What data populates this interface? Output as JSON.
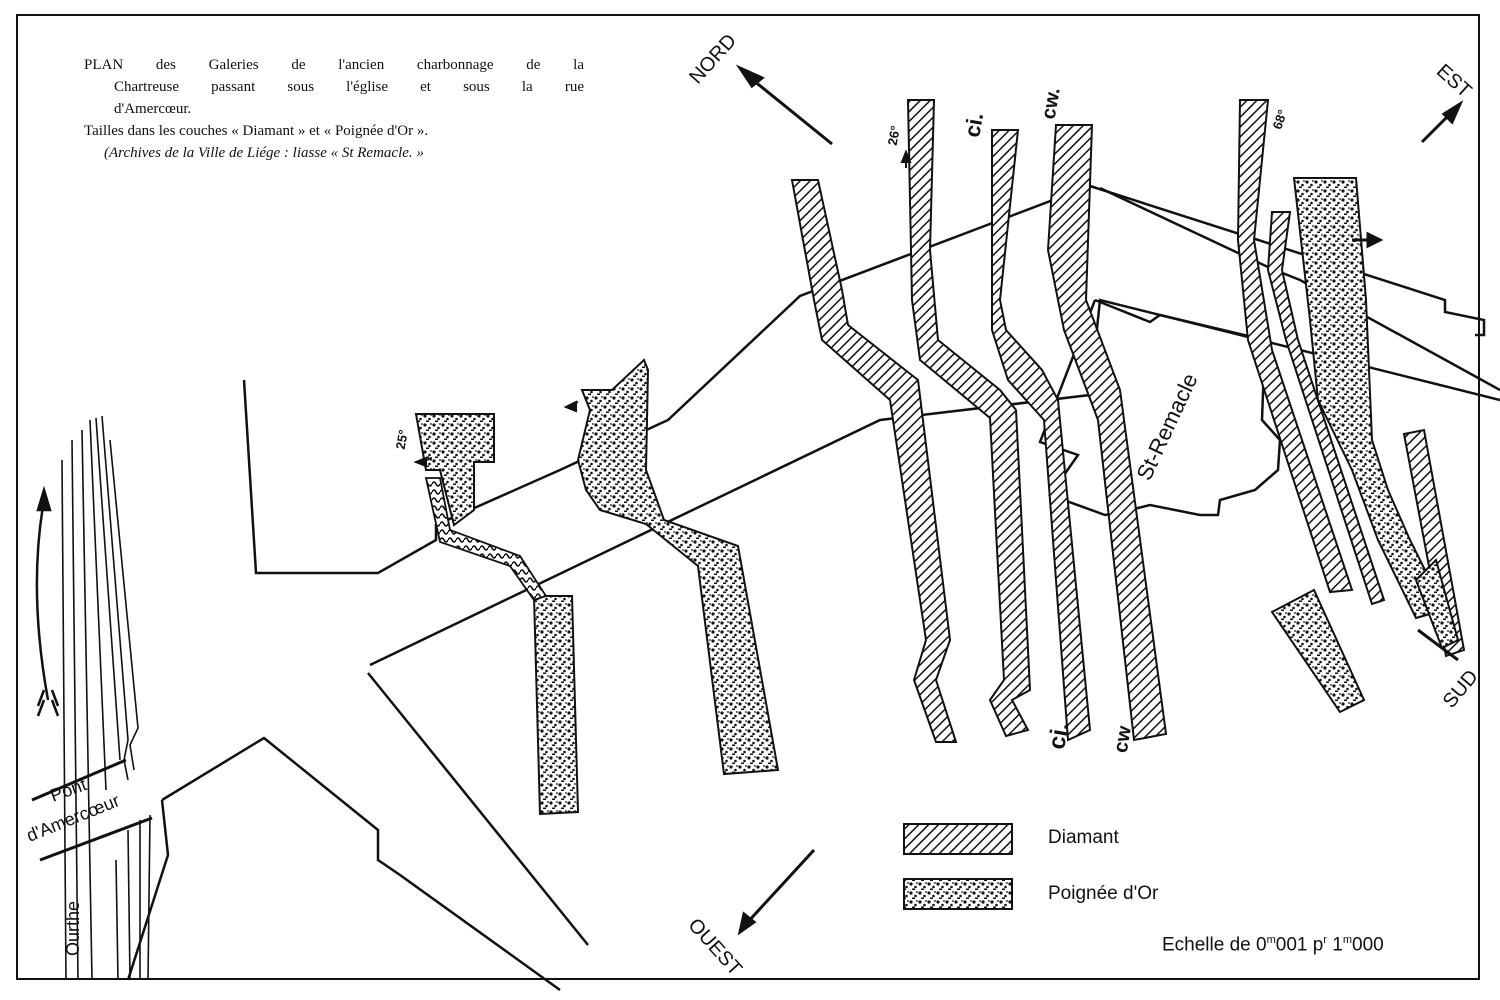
{
  "title": {
    "line1": "PLAN des Galeries de l'ancien charbonnage de la",
    "line2": "Chartreuse passant sous l'église et sous la rue",
    "line3": "d'Amercœur.",
    "line4": "Tailles dans les couches « Diamant » et « Poignée d'Or ».",
    "line5": "(Archives de la Ville de Liége : liasse « St Remacle. »"
  },
  "compass": {
    "north": "NORD",
    "east": "EST",
    "south": "SUD",
    "west": "OUEST"
  },
  "places": {
    "church": "St-Remacle",
    "bridge_line1": "Pont",
    "bridge_line2": "d'Amercœur",
    "river": "Ourthe"
  },
  "seam_marks": {
    "ci_top": "ci.",
    "cw_top": "cw.",
    "ci_bottom": "ci.",
    "cw_bottom": "cw",
    "dip_26": "26°",
    "dip_68": "68°",
    "dip_25": "25°"
  },
  "legend": {
    "items": [
      {
        "label": "Diamant",
        "pattern": "diagonal-hatch"
      },
      {
        "label": "Poignée d'Or",
        "pattern": "stipple"
      }
    ]
  },
  "scale": {
    "prefix": "Echelle de 0",
    "sup1": "m",
    "mid": "001 p",
    "sup2": "r",
    "mid2": " 1",
    "sup3": "m",
    "suffix": "000"
  },
  "colors": {
    "ink": "#111111",
    "paper": "#ffffff"
  }
}
